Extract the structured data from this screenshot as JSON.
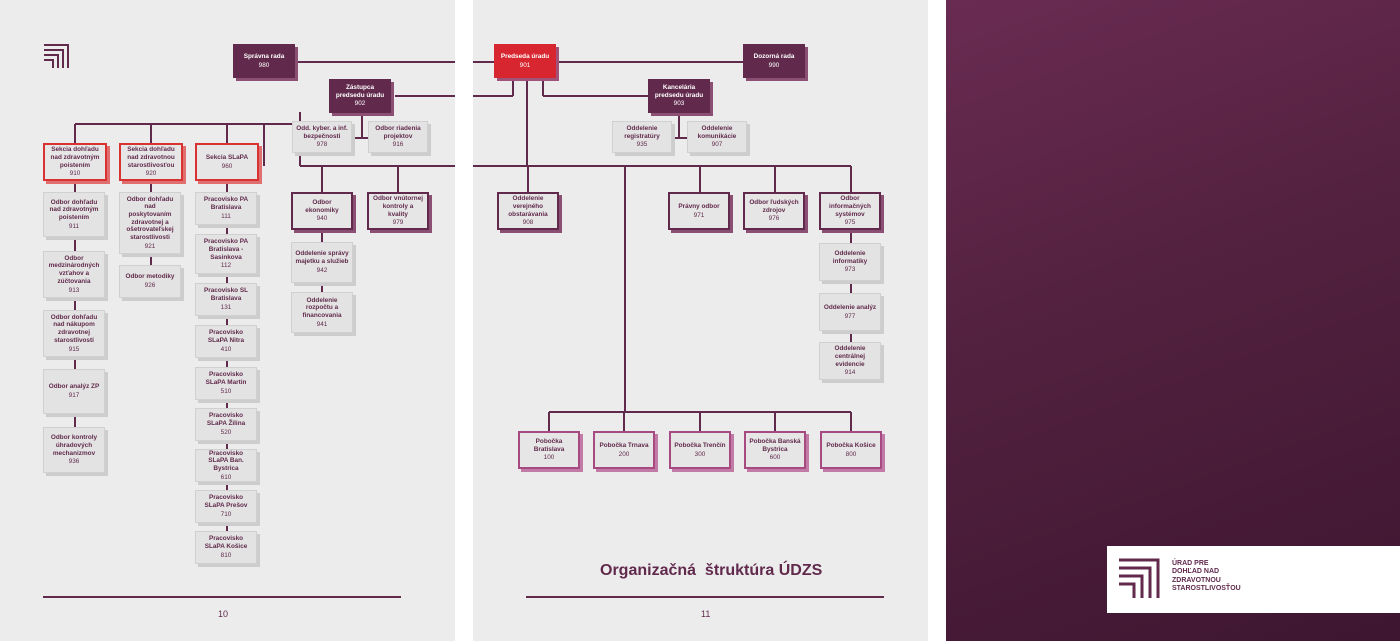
{
  "title": "Organizačná  štruktúra ÚDZS",
  "pages": {
    "left_number": "10",
    "right_number": "11"
  },
  "logo": {
    "lines": [
      "ÚRAD PRE",
      "DOHĽAD NAD",
      "ZDRAVOTNOU",
      "STAROSTLIVOSŤOU"
    ]
  },
  "colors": {
    "primary": "#612a4c",
    "accent": "#d7262f",
    "branch": "#a74a82"
  },
  "nodes": {
    "spravna_rada": {
      "name": "Správna rada",
      "code": "980"
    },
    "predseda": {
      "name": "Predseda úradu",
      "code": "901"
    },
    "dozorna_rada": {
      "name": "Dozorná rada",
      "code": "990"
    },
    "zastupca": {
      "name": "Zástupca predsedu úradu",
      "code": "902"
    },
    "kancelaria": {
      "name": "Kancelária predsedu úradu",
      "code": "903"
    },
    "odd_kyber": {
      "name": "Odd. kyber. a inf. bezpečnosti",
      "code": "978"
    },
    "odbor_riadenia": {
      "name": "Odbor riadenia projektov",
      "code": "916"
    },
    "odd_registratury": {
      "name": "Oddelenie registratúry",
      "code": "935"
    },
    "odd_komunikacie": {
      "name": "Oddelenie komunikácie",
      "code": "907"
    },
    "sekcia_910": {
      "name": "Sekcia dohľadu nad zdravotným poistením",
      "code": "910"
    },
    "sekcia_920": {
      "name": "Sekcia dohľadu nad zdravotnou starostlivosťou",
      "code": "920"
    },
    "sekcia_960": {
      "name": "Sekcia SLaPA",
      "code": "960"
    },
    "o_911": {
      "name": "Odbor dohľadu nad zdravotným poistením",
      "code": "911"
    },
    "o_913": {
      "name": "Odbor medzinárodných vzťahov a zúčtovania",
      "code": "913"
    },
    "o_915": {
      "name": "Odbor dohľadu nad nákupom zdravotnej starostlivosti",
      "code": "915"
    },
    "o_917": {
      "name": "Odbor analýz ZP",
      "code": "917"
    },
    "o_936": {
      "name": "Odbor kontroly úhradových mechanizmov",
      "code": "936"
    },
    "o_921": {
      "name": "Odbor dohľadu nad poskytovaním zdravotnej a ošetrovateľskej starostlivosti",
      "code": "921"
    },
    "o_926": {
      "name": "Odbor metodiky",
      "code": "926"
    },
    "p_111": {
      "name": "Pracovisko PA Bratislava",
      "code": "111"
    },
    "p_112": {
      "name": "Pracovisko PA Bratislava - Sasinkova",
      "code": "112"
    },
    "p_131": {
      "name": "Pracovisko SL Bratislava",
      "code": "131"
    },
    "p_410": {
      "name": "Pracovisko SLaPA Nitra",
      "code": "410"
    },
    "p_510": {
      "name": "Pracovisko SLaPA Martin",
      "code": "510"
    },
    "p_520": {
      "name": "Pracovisko SLaPA Žilina",
      "code": "520"
    },
    "p_610": {
      "name": "Pracovisko SLaPA Ban. Bystrica",
      "code": "610"
    },
    "p_710": {
      "name": "Pracovisko SLaPA Prešov",
      "code": "710"
    },
    "p_810": {
      "name": "Pracovisko SLaPA Košice",
      "code": "810"
    },
    "o_940": {
      "name": "Odbor ekonomiky",
      "code": "940"
    },
    "o_979": {
      "name": "Odbor vnútornej kontroly a kvality",
      "code": "979"
    },
    "o_942": {
      "name": "Oddelenie správy majetku a služieb",
      "code": "942"
    },
    "o_941": {
      "name": "Oddelenie rozpočtu a financovania",
      "code": "941"
    },
    "o_908": {
      "name": "Oddelenie verejného obstarávania",
      "code": "908"
    },
    "o_971": {
      "name": "Právny odbor",
      "code": "971"
    },
    "o_976": {
      "name": "Odbor ľudských zdrojov",
      "code": "976"
    },
    "o_975": {
      "name": "Odbor informačných systémov",
      "code": "975"
    },
    "o_973": {
      "name": "Oddelenie informatiky",
      "code": "973"
    },
    "o_977": {
      "name": "Oddelenie analýz",
      "code": "977"
    },
    "o_914": {
      "name": "Oddelenie centrálnej evidencie",
      "code": "914"
    },
    "b_100": {
      "name": "Pobočka Bratislava",
      "code": "100"
    },
    "b_200": {
      "name": "Pobočka Trnava",
      "code": "200"
    },
    "b_300": {
      "name": "Pobočka Trenčín",
      "code": "300"
    },
    "b_600": {
      "name": "Pobočka Banská Bystrica",
      "code": "600"
    },
    "b_800": {
      "name": "Pobočka Košice",
      "code": "800"
    }
  }
}
